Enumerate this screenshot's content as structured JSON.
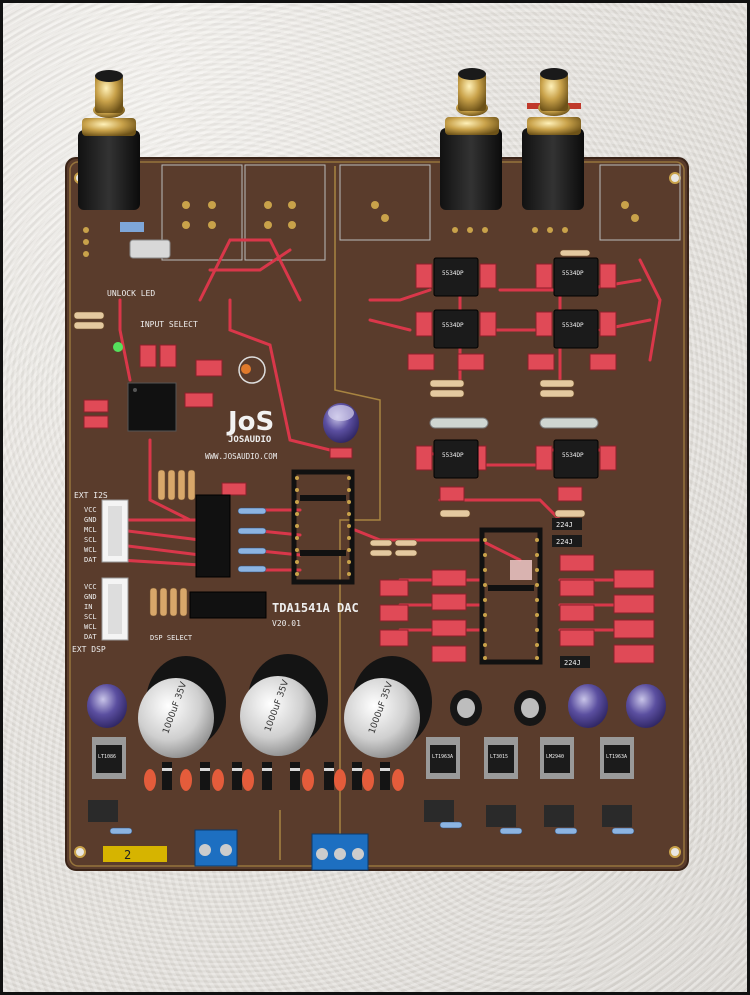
{
  "board": {
    "brand": "JOSAUDIO",
    "url": "WWW.JOSAUDIO.COM",
    "model": "TDA1541A DAC",
    "version": "V20.01",
    "ident": "2"
  },
  "labels": {
    "unlock_led": "UNLOCK LED",
    "input_select": "INPUT SELECT",
    "ext_i2s": "EXT I2S",
    "ext_dsp": "EXT DSP",
    "dsp_select": "DSP SELECT",
    "i2s_pins": [
      "VCC",
      "GND",
      "MCL",
      "SCL",
      "WCL",
      "DAT"
    ],
    "dsp_pins": [
      "VCC",
      "GND",
      "IN",
      "SCL",
      "WCL",
      "DAT"
    ],
    "cap_codes": [
      "224J",
      "224J",
      "224J"
    ],
    "regulators": [
      "LT1086",
      "LT3015",
      "LM2940",
      "LT1963A"
    ]
  },
  "colors": {
    "pcb": "#5a3c2c",
    "trace": "#d9374a",
    "gold": "#c9a24a",
    "background": "#e9e7e3"
  }
}
